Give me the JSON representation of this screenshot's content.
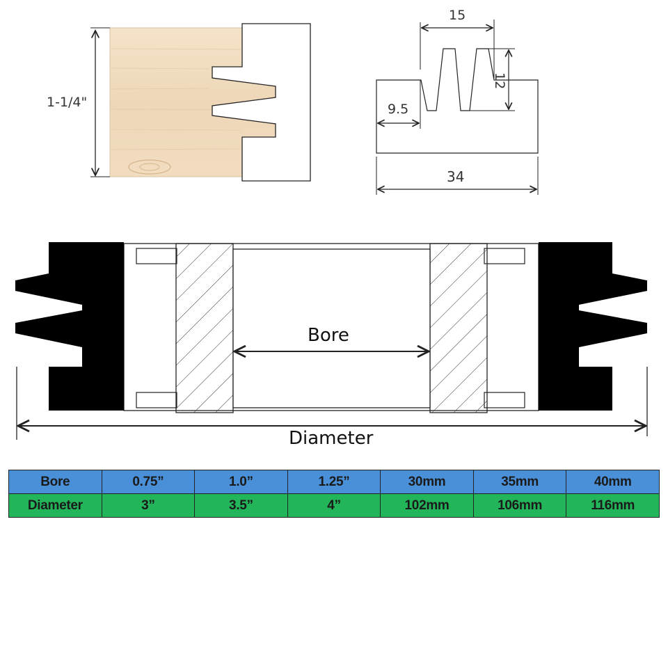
{
  "colors": {
    "bore_row": "#4a90d9",
    "diameter_row": "#23b55a",
    "wood": "#f1dcc0",
    "cutter": "#000000"
  },
  "profile_label": "1-1/4\"",
  "dimensions": {
    "top_width": "15",
    "tooth_height": "12",
    "offset": "9.5",
    "total_width": "34"
  },
  "cutter_labels": {
    "bore": "Bore",
    "diameter": "Diameter"
  },
  "table": {
    "rows": [
      {
        "cells": [
          "Bore",
          "0.75”",
          "1.0”",
          "1.25”",
          "30mm",
          "35mm",
          "40mm"
        ]
      },
      {
        "cells": [
          "Diameter",
          "3”",
          "3.5”",
          "4”",
          "102mm",
          "106mm",
          "116mm"
        ]
      }
    ]
  }
}
